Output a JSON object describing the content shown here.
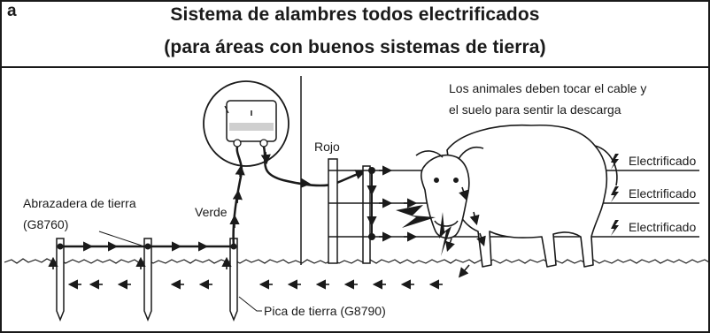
{
  "panel_letter": "a",
  "title_line1": "Sistema de alambres todos electrificados",
  "title_line2": "(para áreas con buenos sistemas de tierra)",
  "note_line1": "Los animales deben tocar el cable y",
  "note_line2": "el suelo para sentir la descarga",
  "labels": {
    "rojo": "Rojo",
    "verde": "Verde",
    "clamp_line1": "Abrazadera de tierra",
    "clamp_line2": "(G8760)",
    "stake": "Pica de tierra (G8790)",
    "wire1": "Electrificado",
    "wire2": "Electrificado",
    "wire3": "Electrificado"
  },
  "icons": [
    "lightning-icon",
    "arrow-icon",
    "energizer-icon",
    "cow-illustration"
  ]
}
